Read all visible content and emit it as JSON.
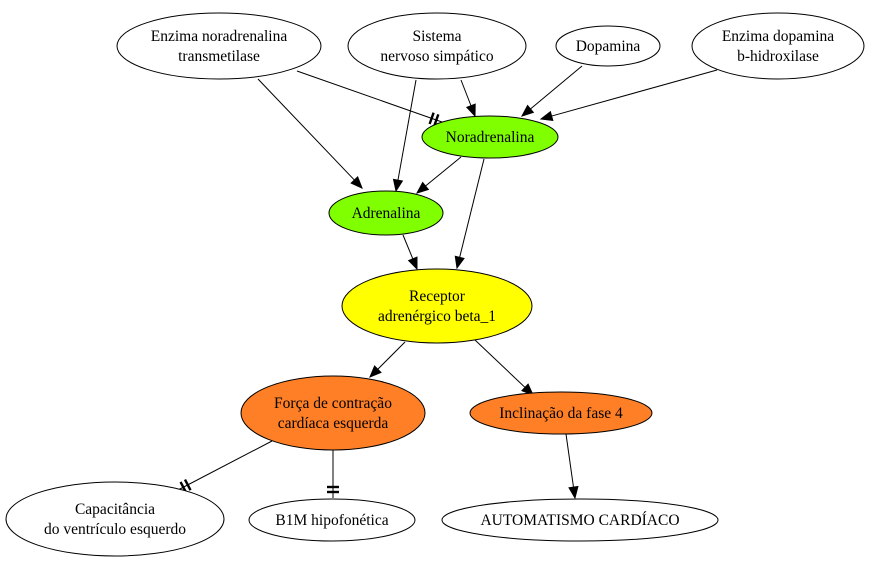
{
  "colors": {
    "green": "#7fff00",
    "yellow": "#ffff00",
    "orange": "#ff7f27",
    "white": "#ffffff"
  },
  "nodes": {
    "enzima_noradrenalina": {
      "lines": [
        "Enzima noradrenalina",
        "transmetilase"
      ],
      "fill": "white"
    },
    "sistema_nervoso": {
      "lines": [
        "Sistema",
        "nervoso simpático"
      ],
      "fill": "white"
    },
    "dopamina": {
      "lines": [
        "Dopamina"
      ],
      "fill": "white"
    },
    "enzima_dopamina": {
      "lines": [
        "Enzima dopamina",
        "b-hidroxilase"
      ],
      "fill": "white"
    },
    "noradrenalina": {
      "lines": [
        "Noradrenalina"
      ],
      "fill": "green"
    },
    "adrenalina": {
      "lines": [
        "Adrenalina"
      ],
      "fill": "green"
    },
    "receptor": {
      "lines": [
        "Receptor",
        "adrenérgico beta_1"
      ],
      "fill": "yellow"
    },
    "forca_contracao": {
      "lines": [
        "Força de contração",
        "cardíaca esquerda"
      ],
      "fill": "orange"
    },
    "inclinacao": {
      "lines": [
        "Inclinação da fase 4"
      ],
      "fill": "orange"
    },
    "capacitancia": {
      "lines": [
        "Capacitância",
        "do ventrículo esquerdo"
      ],
      "fill": "white"
    },
    "b1m": {
      "lines": [
        "B1M hipofonética"
      ],
      "fill": "white"
    },
    "automatismo": {
      "lines": [
        "AUTOMATISMO CARDÍACO"
      ],
      "fill": "white"
    }
  },
  "edges": [
    {
      "from": "enzima_noradrenalina",
      "to": "adrenalina",
      "type": "arrow"
    },
    {
      "from": "enzima_noradrenalina",
      "to": "noradrenalina",
      "type": "inhibit"
    },
    {
      "from": "sistema_nervoso",
      "to": "noradrenalina",
      "type": "arrow"
    },
    {
      "from": "sistema_nervoso",
      "to": "adrenalina",
      "type": "arrow"
    },
    {
      "from": "dopamina",
      "to": "noradrenalina",
      "type": "arrow"
    },
    {
      "from": "enzima_dopamina",
      "to": "noradrenalina",
      "type": "arrow"
    },
    {
      "from": "noradrenalina",
      "to": "adrenalina",
      "type": "arrow"
    },
    {
      "from": "noradrenalina",
      "to": "receptor",
      "type": "arrow"
    },
    {
      "from": "adrenalina",
      "to": "receptor",
      "type": "arrow"
    },
    {
      "from": "receptor",
      "to": "forca_contracao",
      "type": "arrow"
    },
    {
      "from": "receptor",
      "to": "inclinacao",
      "type": "arrow"
    },
    {
      "from": "forca_contracao",
      "to": "capacitancia",
      "type": "inhibit"
    },
    {
      "from": "forca_contracao",
      "to": "b1m",
      "type": "inhibit"
    },
    {
      "from": "inclinacao",
      "to": "automatismo",
      "type": "arrow"
    }
  ]
}
